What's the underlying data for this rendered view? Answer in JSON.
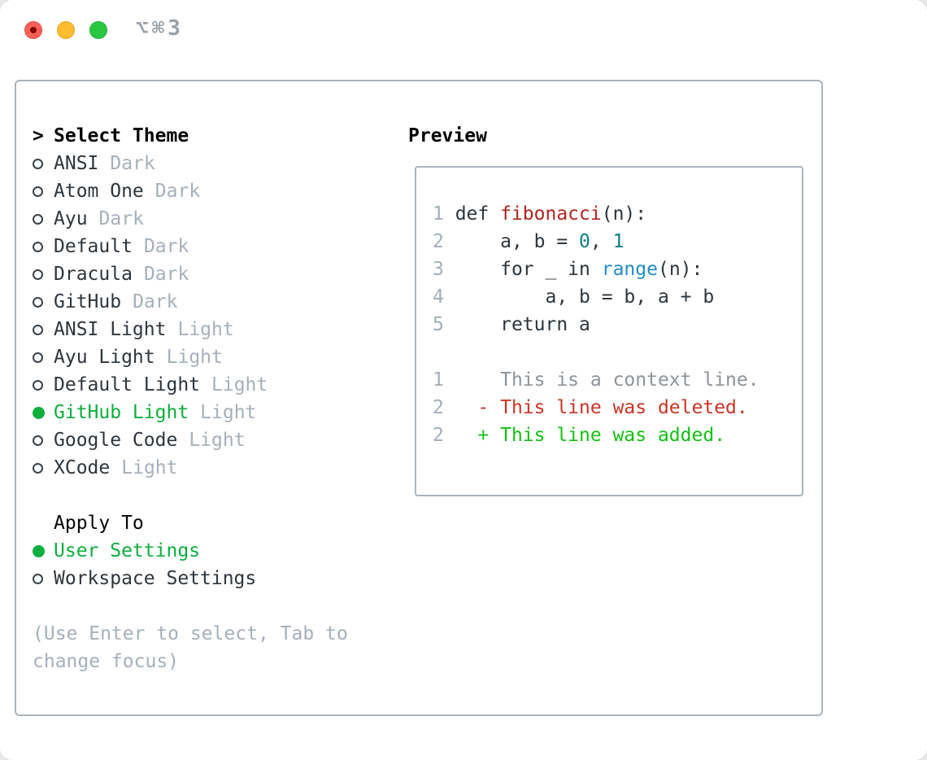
{
  "window": {
    "title": "⌥⌘3"
  },
  "theme_panel": {
    "header_prefix": ">",
    "header": "Select Theme",
    "themes": [
      {
        "name": "ANSI",
        "variant": "Dark",
        "selected": false
      },
      {
        "name": "Atom One",
        "variant": "Dark",
        "selected": false
      },
      {
        "name": "Ayu",
        "variant": "Dark",
        "selected": false
      },
      {
        "name": "Default",
        "variant": "Dark",
        "selected": false
      },
      {
        "name": "Dracula",
        "variant": "Dark",
        "selected": false
      },
      {
        "name": "GitHub",
        "variant": "Dark",
        "selected": false
      },
      {
        "name": "ANSI Light",
        "variant": "Light",
        "selected": false
      },
      {
        "name": "Ayu Light",
        "variant": "Light",
        "selected": false
      },
      {
        "name": "Default Light",
        "variant": "Light",
        "selected": false
      },
      {
        "name": "GitHub Light",
        "variant": "Light",
        "selected": true
      },
      {
        "name": "Google Code",
        "variant": "Light",
        "selected": false
      },
      {
        "name": "XCode",
        "variant": "Light",
        "selected": false
      }
    ],
    "apply_to": {
      "header": "Apply To",
      "options": [
        {
          "label": "User Settings",
          "selected": true
        },
        {
          "label": "Workspace Settings",
          "selected": false
        }
      ]
    },
    "hint_lines": [
      "(Use Enter to select, Tab to",
      "change focus)"
    ]
  },
  "preview": {
    "title": "Preview",
    "code_lines": [
      {
        "num": "1",
        "tokens": [
          [
            "def ",
            "t"
          ],
          [
            "fibonacci",
            "fn"
          ],
          [
            "(n):",
            "t"
          ]
        ]
      },
      {
        "num": "2",
        "tokens": [
          [
            "    a, b = ",
            "t"
          ],
          [
            "0",
            "nm"
          ],
          [
            ", ",
            "t"
          ],
          [
            "1",
            "nm"
          ]
        ]
      },
      {
        "num": "3",
        "tokens": [
          [
            "    for _ in ",
            "t"
          ],
          [
            "range",
            "bi"
          ],
          [
            "(n):",
            "t"
          ]
        ]
      },
      {
        "num": "4",
        "tokens": [
          [
            "        a, b = b, a + b",
            "t"
          ]
        ]
      },
      {
        "num": "5",
        "tokens": [
          [
            "    return a",
            "t"
          ]
        ]
      },
      {
        "num": "",
        "tokens": []
      },
      {
        "num": "1",
        "tokens": [
          [
            "    This is a context line.",
            "ctx"
          ]
        ]
      },
      {
        "num": "2",
        "tokens": [
          [
            "  - This line was deleted.",
            "del"
          ]
        ]
      },
      {
        "num": "2",
        "tokens": [
          [
            "  + This line was added.",
            "add"
          ]
        ]
      }
    ]
  },
  "colors": {
    "accent-green": "#0cae3c",
    "added-green": "#13c013",
    "deleted-red": "#c93524",
    "function-red": "#b0251e",
    "number-teal": "#0d7e89",
    "builtin-blue": "#1f8ccb",
    "text-dark": "#2e353c",
    "muted-gray": "#a6afbc",
    "context-gray": "#8d939b",
    "linenum-gray": "#a3adba",
    "border-gray": "#aab3bc",
    "traffic-red": "#ff5f57",
    "traffic-yellow": "#febc2e",
    "traffic-green": "#28c840"
  }
}
